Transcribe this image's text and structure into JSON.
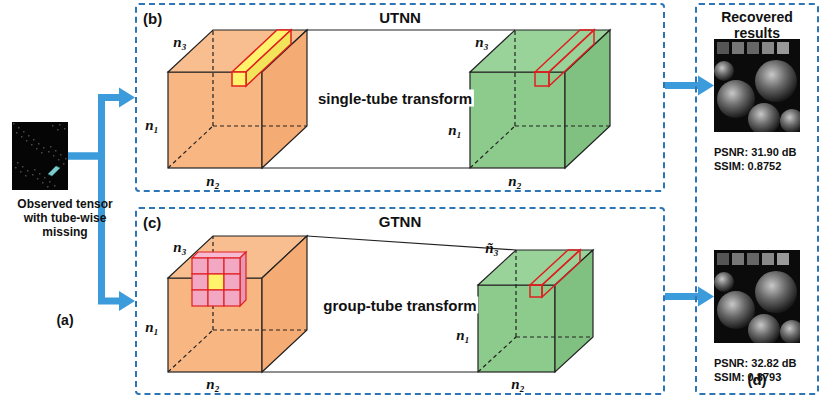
{
  "diagram": {
    "nodes": [
      {
        "text": [
          "Observed tensor with tube-wise missing",
          "(a)"
        ]
      },
      {
        "text": [
          "(b)",
          "UTNN"
        ]
      },
      {
        "text": [
          "(c)",
          "GTNN"
        ]
      },
      {
        "text": [
          "Recovered results",
          "(d)"
        ]
      },
      {
        "text": [
          "PSNR: 31.90 dB",
          "SSIM: 0.8752"
        ],
        "in": 3
      },
      {
        "text": [
          "PSNR: 32.82 dB",
          "SSIM: 0.8793"
        ],
        "in": 3
      }
    ],
    "edges": [
      {
        "from": 0,
        "to": 1,
        "arrow": "to"
      },
      {
        "from": 0,
        "to": 2,
        "arrow": "to"
      },
      {
        "from": 1,
        "to": 4,
        "arrow": "to"
      },
      {
        "from": 2,
        "to": 5,
        "arrow": "to"
      }
    ],
    "labels": [
      "n₃",
      "n₁",
      "n₂",
      "single-tube transform",
      "n₃",
      "n₁",
      "n₂",
      "n₃",
      "n₁",
      "n₂",
      "group-tube transform",
      "ñ₃",
      "n₁",
      "n₂"
    ]
  }
}
